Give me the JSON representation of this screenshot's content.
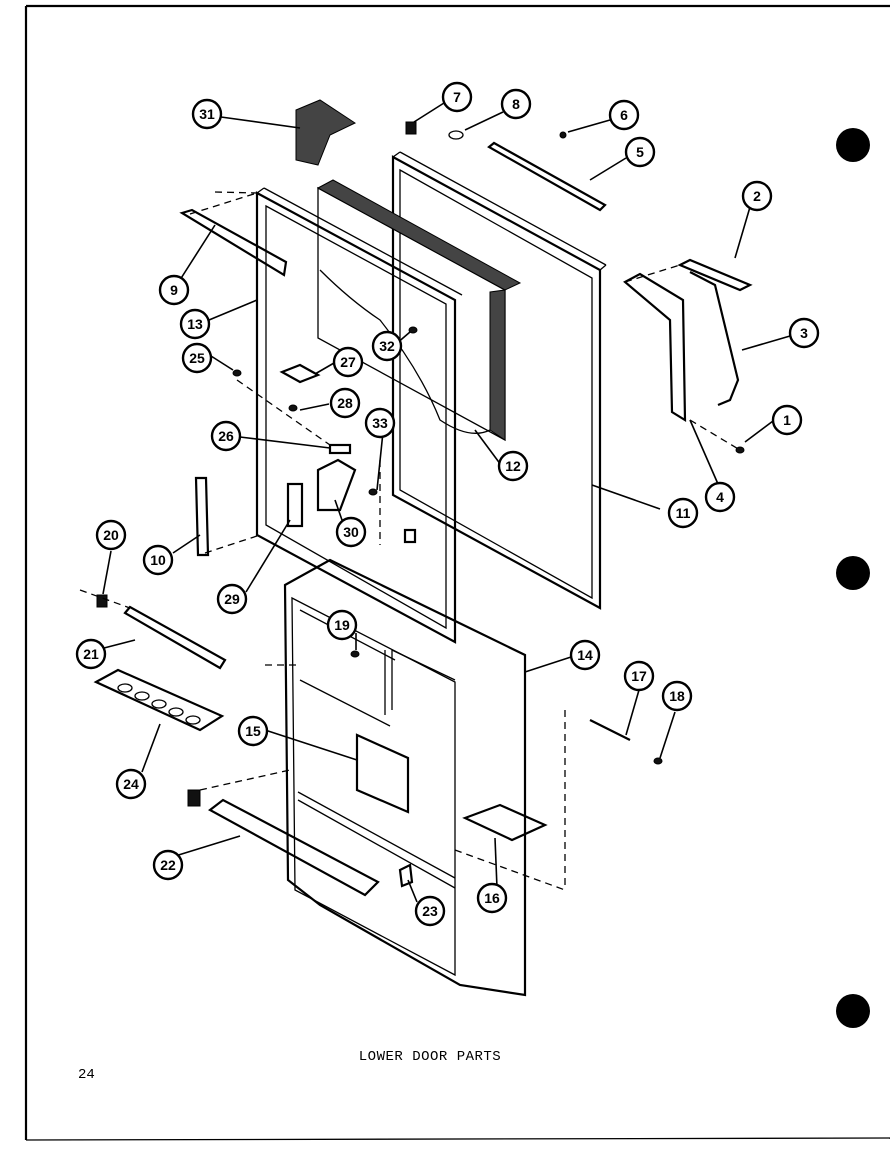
{
  "caption": "LOWER DOOR PARTS",
  "page_number": "24",
  "callouts": [
    "1",
    "2",
    "3",
    "4",
    "5",
    "6",
    "7",
    "8",
    "9",
    "10",
    "11",
    "12",
    "13",
    "14",
    "15",
    "16",
    "17",
    "18",
    "19",
    "20",
    "21",
    "22",
    "23",
    "24",
    "25",
    "26",
    "27",
    "28",
    "29",
    "30",
    "31",
    "32",
    "33"
  ]
}
